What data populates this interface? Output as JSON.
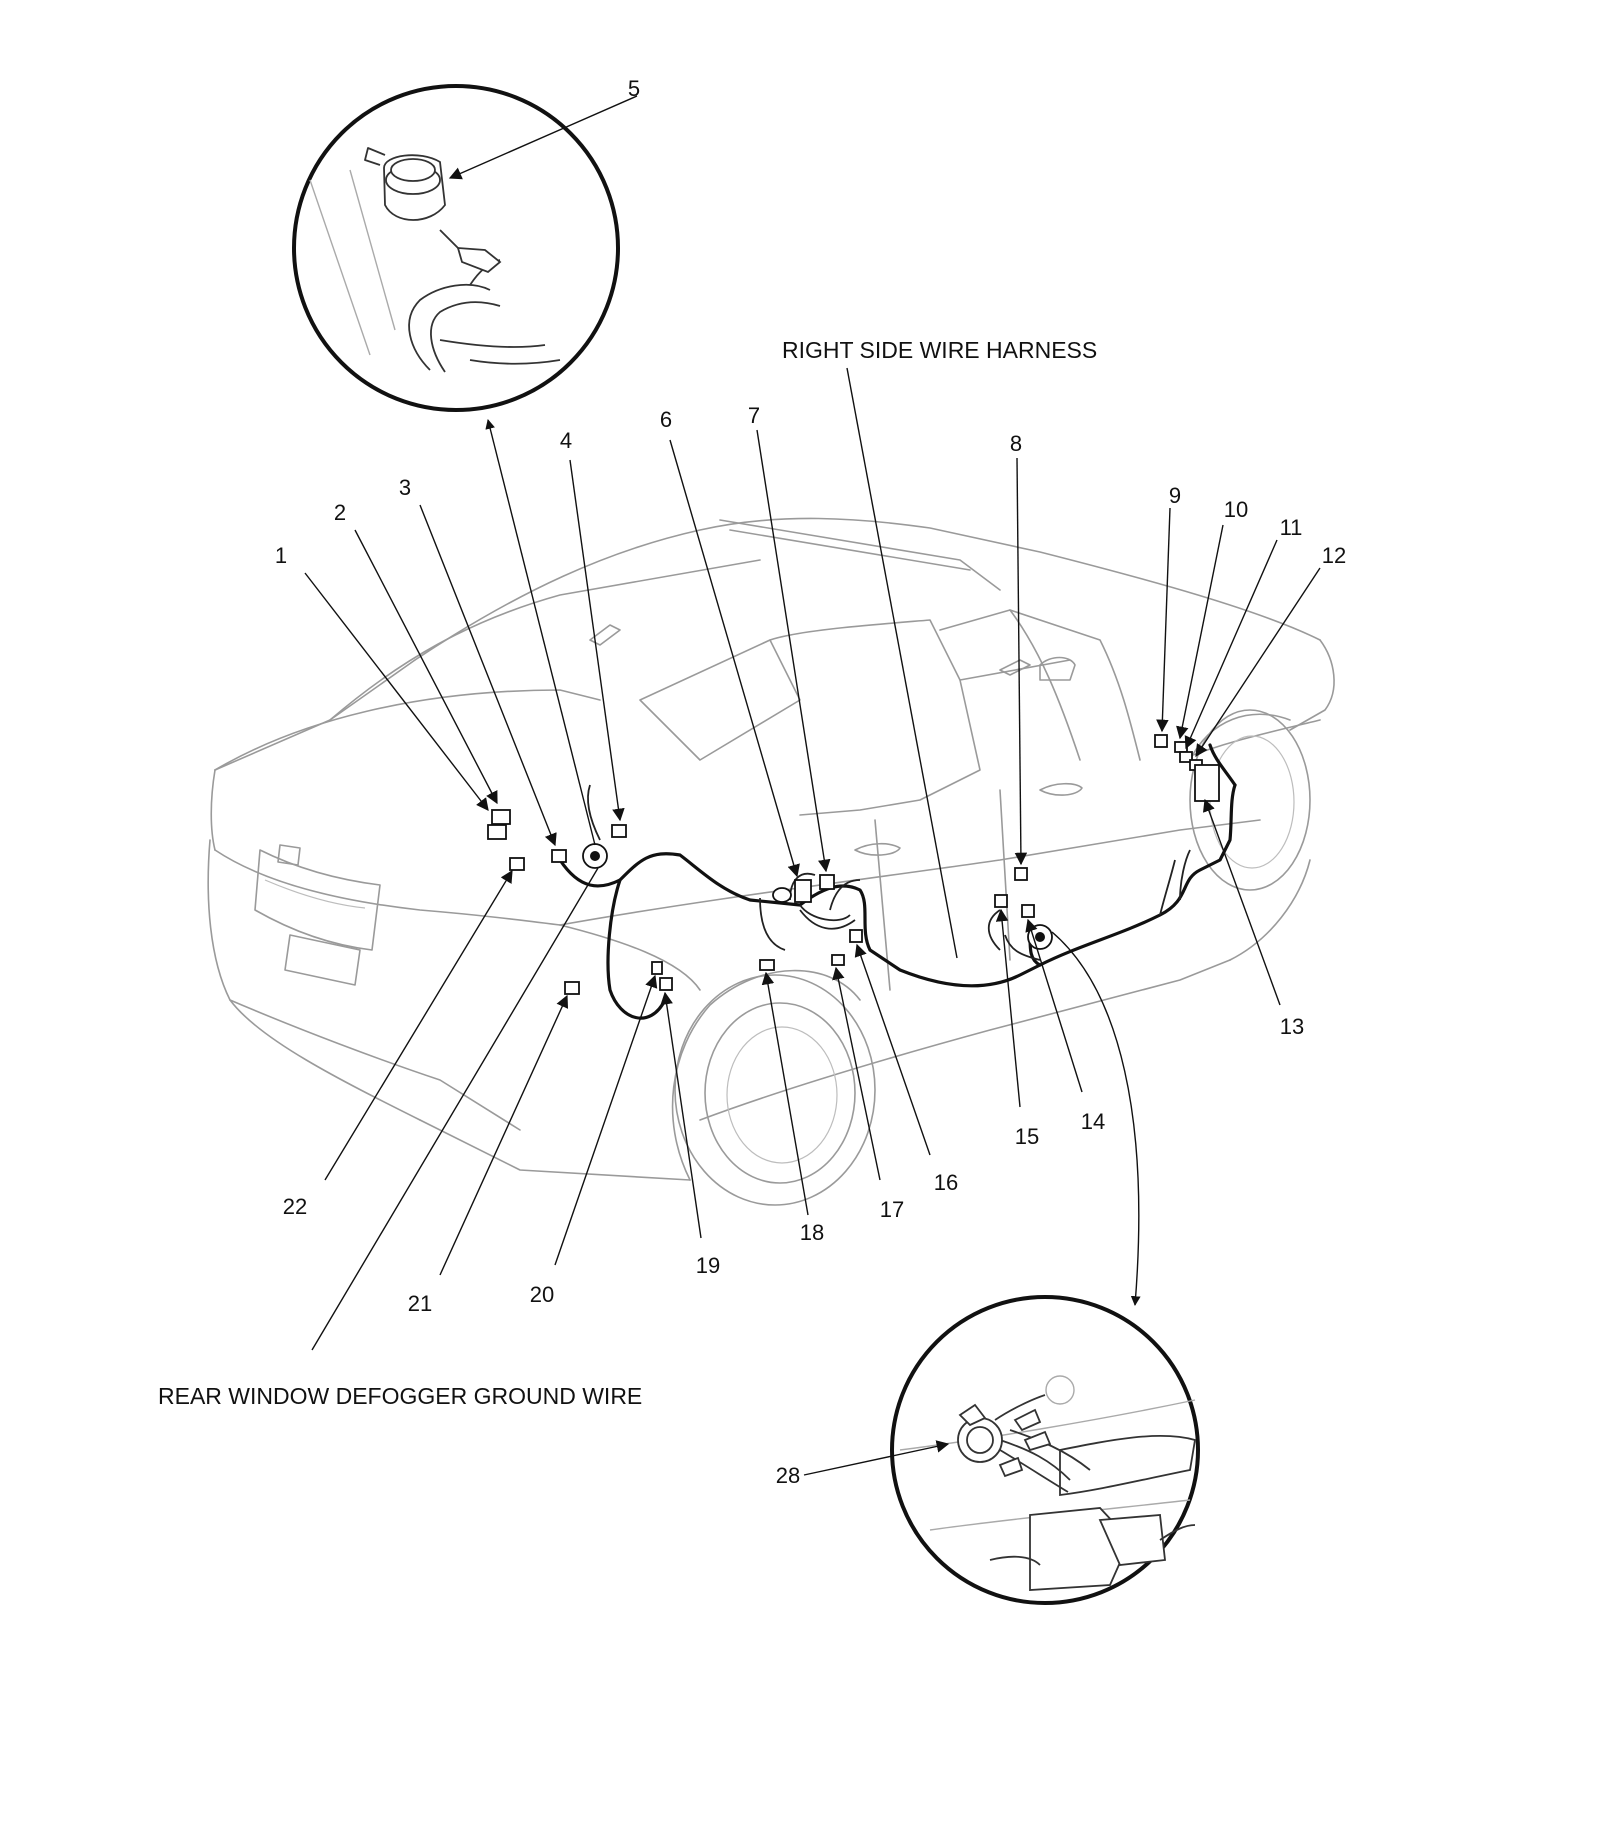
{
  "captions": {
    "right_side_wire_harness": "RIGHT SIDE WIRE HARNESS",
    "rear_window_defogger_ground_wire": "REAR WINDOW DEFOGGER GROUND WIRE"
  },
  "callouts": {
    "n1": "1",
    "n2": "2",
    "n3": "3",
    "n4": "4",
    "n5": "5",
    "n6": "6",
    "n7": "7",
    "n8": "8",
    "n9": "9",
    "n10": "10",
    "n11": "11",
    "n12": "12",
    "n13": "13",
    "n14": "14",
    "n15": "15",
    "n16": "16",
    "n17": "17",
    "n18": "18",
    "n19": "19",
    "n20": "20",
    "n21": "21",
    "n22": "22",
    "n28": "28"
  }
}
